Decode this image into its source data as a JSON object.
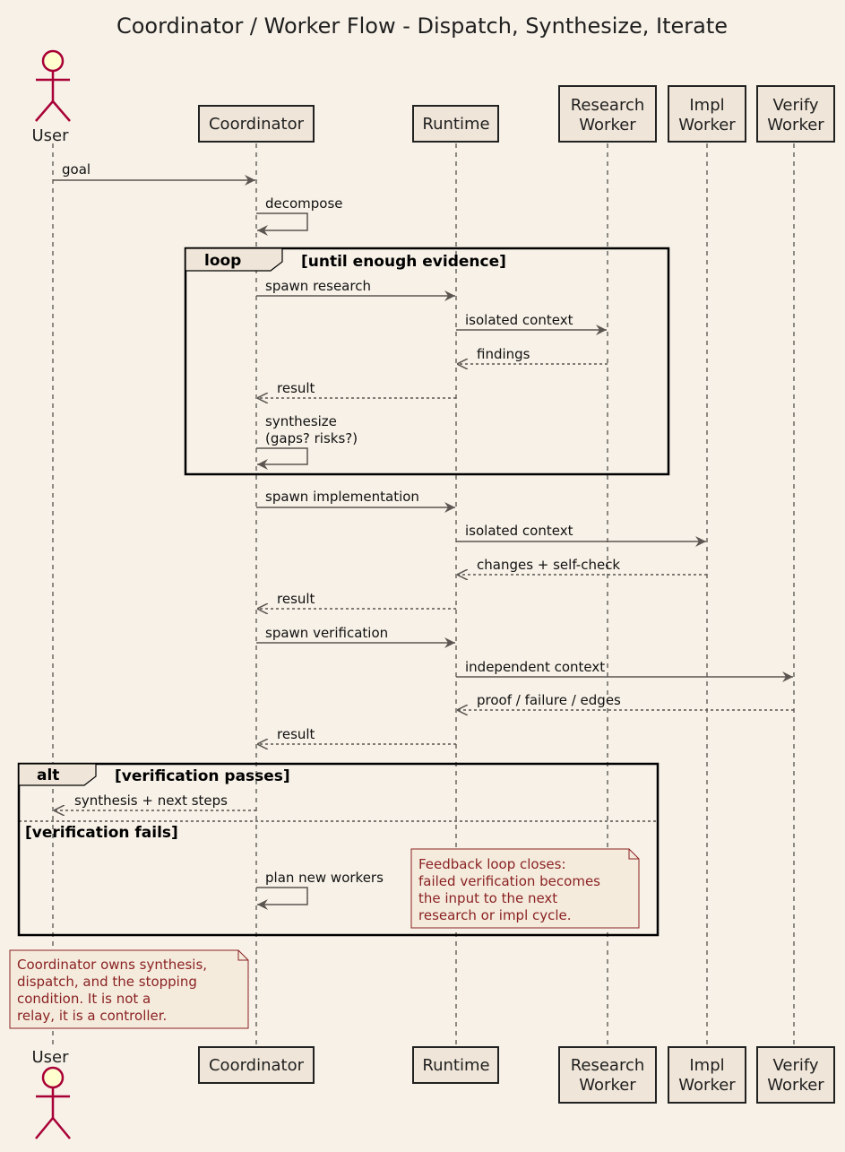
{
  "title": "Coordinator / Worker Flow - Dispatch, Synthesize, Iterate",
  "colors": {
    "background": "#f7f1e7",
    "participant_fill": "#efe5d8",
    "actor_fill": "#fefece",
    "actor_stroke": "#a80036",
    "arrow": "#5a5550",
    "note_fill": "#f5ebdd",
    "note_text": "#8a2222"
  },
  "participants": {
    "user": "User",
    "coordinator": "Coordinator",
    "runtime": "Runtime",
    "research": [
      "Research",
      "Worker"
    ],
    "impl": [
      "Impl",
      "Worker"
    ],
    "verify": [
      "Verify",
      "Worker"
    ]
  },
  "messages": {
    "goal": "goal",
    "decompose": "decompose",
    "spawn_research": "spawn research",
    "isolated_context_1": "isolated context",
    "findings": "findings",
    "result_1": "result",
    "synthesize": [
      "synthesize",
      "(gaps? risks?)"
    ],
    "spawn_implementation": "spawn implementation",
    "isolated_context_2": "isolated context",
    "changes": "changes + self-check",
    "result_2": "result",
    "spawn_verification": "spawn verification",
    "independent_context": "independent context",
    "proof": "proof / failure / edges",
    "result_3": "result",
    "synthesis_next": "synthesis + next steps",
    "plan_new_workers": "plan new workers"
  },
  "frames": {
    "loop": {
      "keyword": "loop",
      "condition": "[until enough evidence]"
    },
    "alt": {
      "keyword": "alt",
      "condition": "[verification passes]",
      "else_condition": "[verification fails]"
    }
  },
  "notes": {
    "feedback": [
      "Feedback loop closes:",
      "failed verification becomes",
      "the input to the next",
      "research or impl cycle."
    ],
    "coordinator": [
      "Coordinator owns synthesis,",
      "dispatch, and the stopping",
      "condition. It is not a",
      "relay, it is a controller."
    ]
  }
}
